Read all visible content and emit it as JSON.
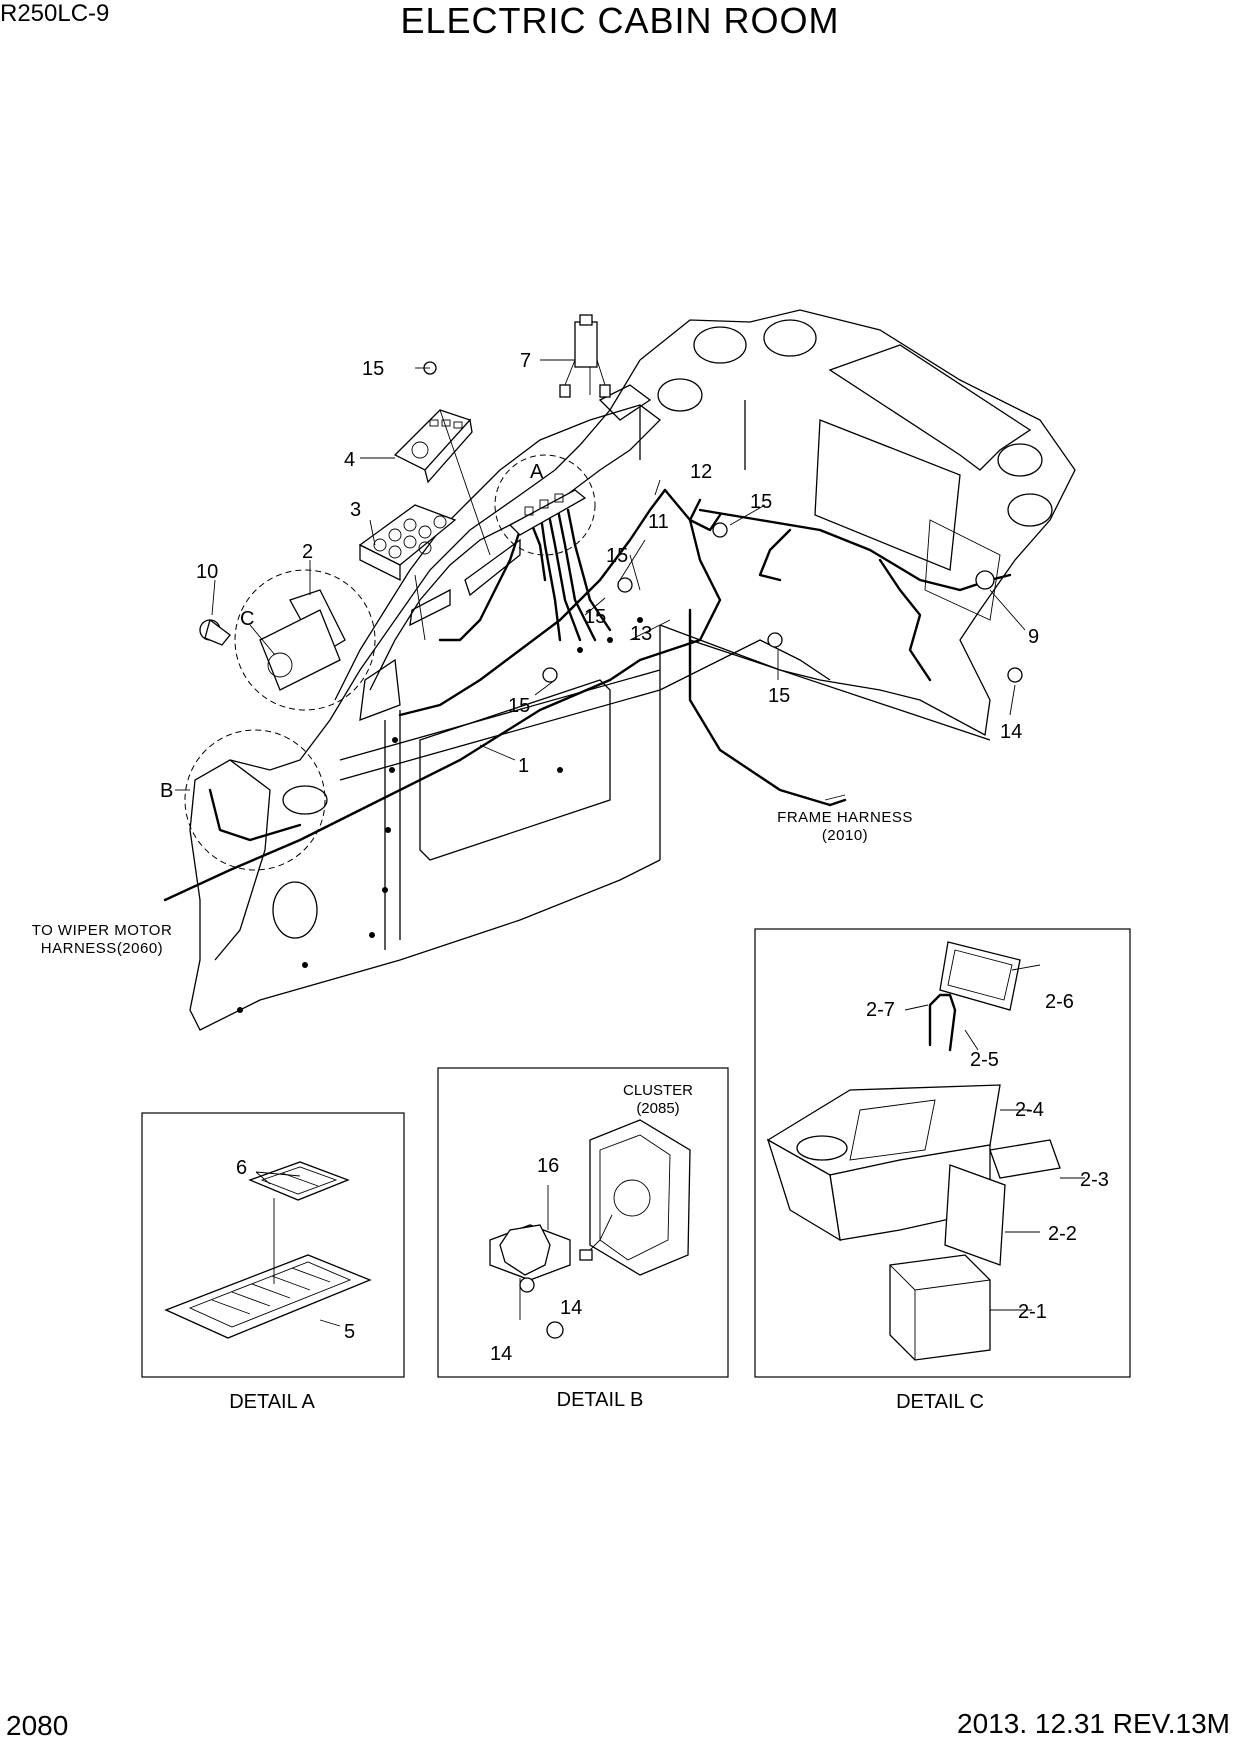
{
  "header": {
    "model": "R250LC-9",
    "title": "ELECTRIC CABIN ROOM"
  },
  "footer": {
    "page_number": "2080",
    "revision": "2013. 12.31  REV.13M"
  },
  "callouts": {
    "c15a": "15",
    "c7": "7",
    "c4": "4",
    "cA": "A",
    "c12": "12",
    "c15b": "15",
    "c3": "3",
    "c11": "11",
    "c15c": "15",
    "c2": "2",
    "c10": "10",
    "cC": "C",
    "c15d": "15",
    "c13": "13",
    "c9": "9",
    "c15e": "15",
    "c15f": "15",
    "c14a": "14",
    "c1": "1",
    "cB": "B"
  },
  "notes": {
    "frame_harness_1": "FRAME HARNESS",
    "frame_harness_2": "(2010)",
    "wiper_1": "TO WIPER MOTOR",
    "wiper_2": "HARNESS(2060)"
  },
  "detail_a": {
    "caption": "DETAIL A",
    "c6": "6",
    "c5": "5"
  },
  "detail_b": {
    "caption": "DETAIL B",
    "cluster_1": "CLUSTER",
    "cluster_2": "(2085)",
    "c16": "16",
    "c14a": "14",
    "c14b": "14"
  },
  "detail_c": {
    "caption": "DETAIL C",
    "c2_7": "2-7",
    "c2_6": "2-6",
    "c2_5": "2-5",
    "c2_4": "2-4",
    "c2_3": "2-3",
    "c2_2": "2-2",
    "c2_1": "2-1"
  }
}
